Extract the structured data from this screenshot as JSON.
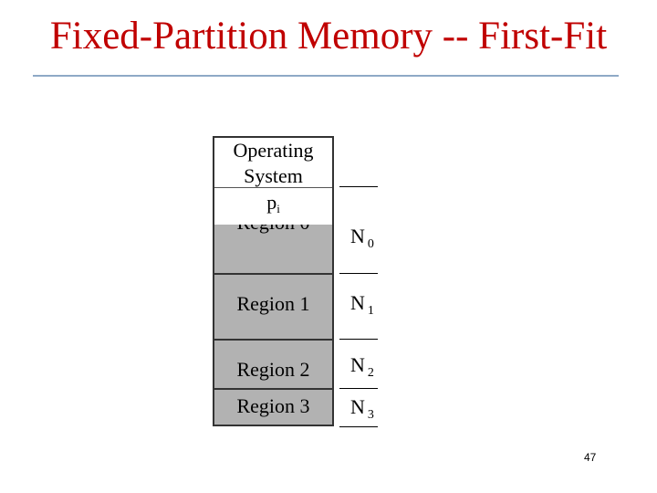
{
  "title": "Fixed-Partition Memory -- First-Fit",
  "memory": {
    "os_label_line1": "Operating",
    "os_label_line2": "System",
    "process_label": "p",
    "process_subscript": "i",
    "regions": [
      {
        "label": "Region 0",
        "bound_label": "N",
        "bound_subscript": "0"
      },
      {
        "label": "Region 1",
        "bound_label": "N",
        "bound_subscript": "1"
      },
      {
        "label": "Region 2",
        "bound_label": "N",
        "bound_subscript": "2"
      },
      {
        "label": "Region 3",
        "bound_label": "N",
        "bound_subscript": "3"
      }
    ]
  },
  "page_number": "47",
  "colors": {
    "title": "#c00000",
    "rule": "#8ea9c6",
    "region_fill": "#b2b2b2",
    "border": "#333333"
  }
}
